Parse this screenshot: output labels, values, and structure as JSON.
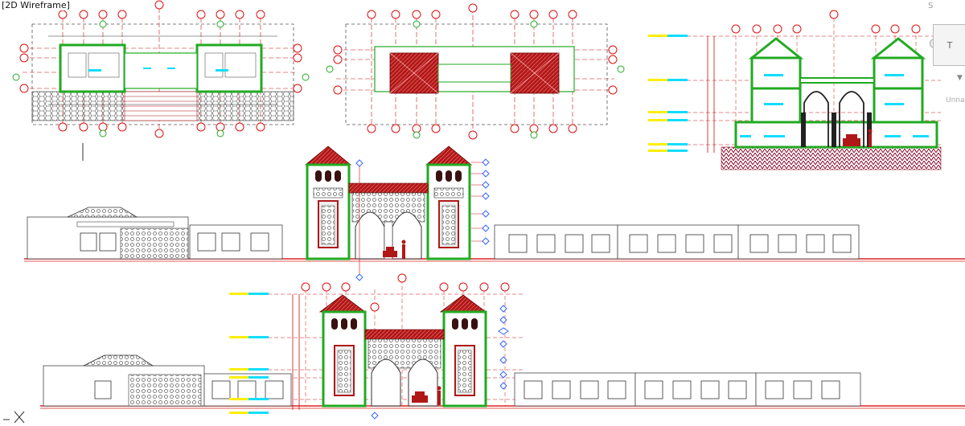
{
  "viewport": {
    "label": "[2D Wireframe]"
  },
  "viewcube": {
    "face_label": "T",
    "wcs_label": "Unna"
  },
  "colors": {
    "background": "#ffffff",
    "wall": "#22aa22",
    "roof": "#b01818",
    "grid_line": "#cc1111",
    "bubble": "#dd1111",
    "dimension": "#9999ff",
    "tag_yellow": "#ffee00",
    "tag_cyan": "#11ddff",
    "line": "#333333",
    "hatch": "#7a1030",
    "diamond": "#3366ff"
  },
  "icons": {
    "ucs": "ucs-cross-icon",
    "level_marker": "diamond-icon",
    "grid_bubble": "circle-icon"
  }
}
